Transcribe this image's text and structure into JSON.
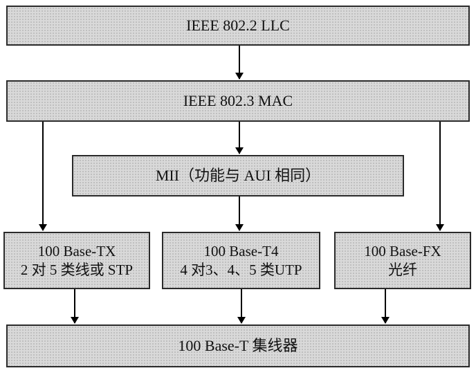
{
  "diagram": {
    "llc": {
      "label": "IEEE 802.2 LLC"
    },
    "mac": {
      "label": "IEEE 802.3 MAC"
    },
    "mii": {
      "label": "MII（功能与 AUI 相同）"
    },
    "tx": {
      "line1": "100 Base-TX",
      "line2": "2 对 5 类线或 STP"
    },
    "t4": {
      "line1": "100 Base-T4",
      "line2": "4 对3、4、5 类UTP"
    },
    "fx": {
      "line1": "100 Base-FX",
      "line2": "光纤"
    },
    "hub": {
      "label": "100 Base-T 集线器"
    }
  },
  "colors": {
    "box_fill": "#d9d9d9",
    "border": "#2a2a2a",
    "arrow": "#000000"
  }
}
